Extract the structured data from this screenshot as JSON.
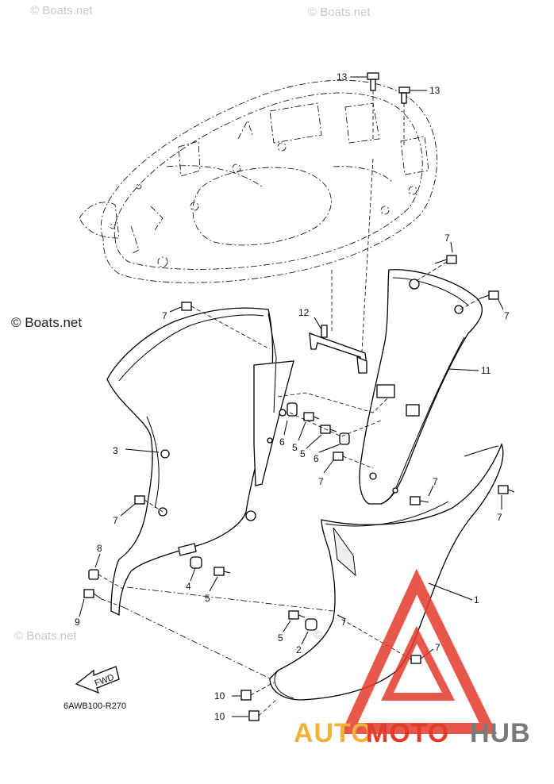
{
  "watermarks": {
    "top_left": "© Boats.net",
    "top_right": "© Boats.net",
    "left": "© Boats.net",
    "bottom_left": "© Boats.net",
    "bottom_center": "© Boats.net"
  },
  "diagram_code": "6AWB100-R270",
  "fwd_label": "FWD",
  "brand": {
    "part1": "AUTO",
    "part2": "MOTO",
    "part3": "HUB",
    "color1": "#f2b23a",
    "color2": "#e33b2c",
    "color3": "#7a7a7a"
  },
  "callouts": {
    "c13a": "13",
    "c13b": "13",
    "c7_right_top": "7",
    "c7_right": "7",
    "c7_left_top": "7",
    "c12": "12",
    "c11": "11",
    "c3": "3",
    "c6a": "6",
    "c5a": "5",
    "c5b": "5",
    "c6b": "6",
    "c7_mid": "7",
    "c7_left": "7",
    "c7_lower_right": "7",
    "c7_far_right": "7",
    "c8": "8",
    "c4": "4",
    "c5c": "5",
    "c9": "9",
    "c1": "1",
    "c5d": "5",
    "c2": "2",
    "c7_bottom": "7",
    "c10a": "10",
    "c10b": "10"
  }
}
